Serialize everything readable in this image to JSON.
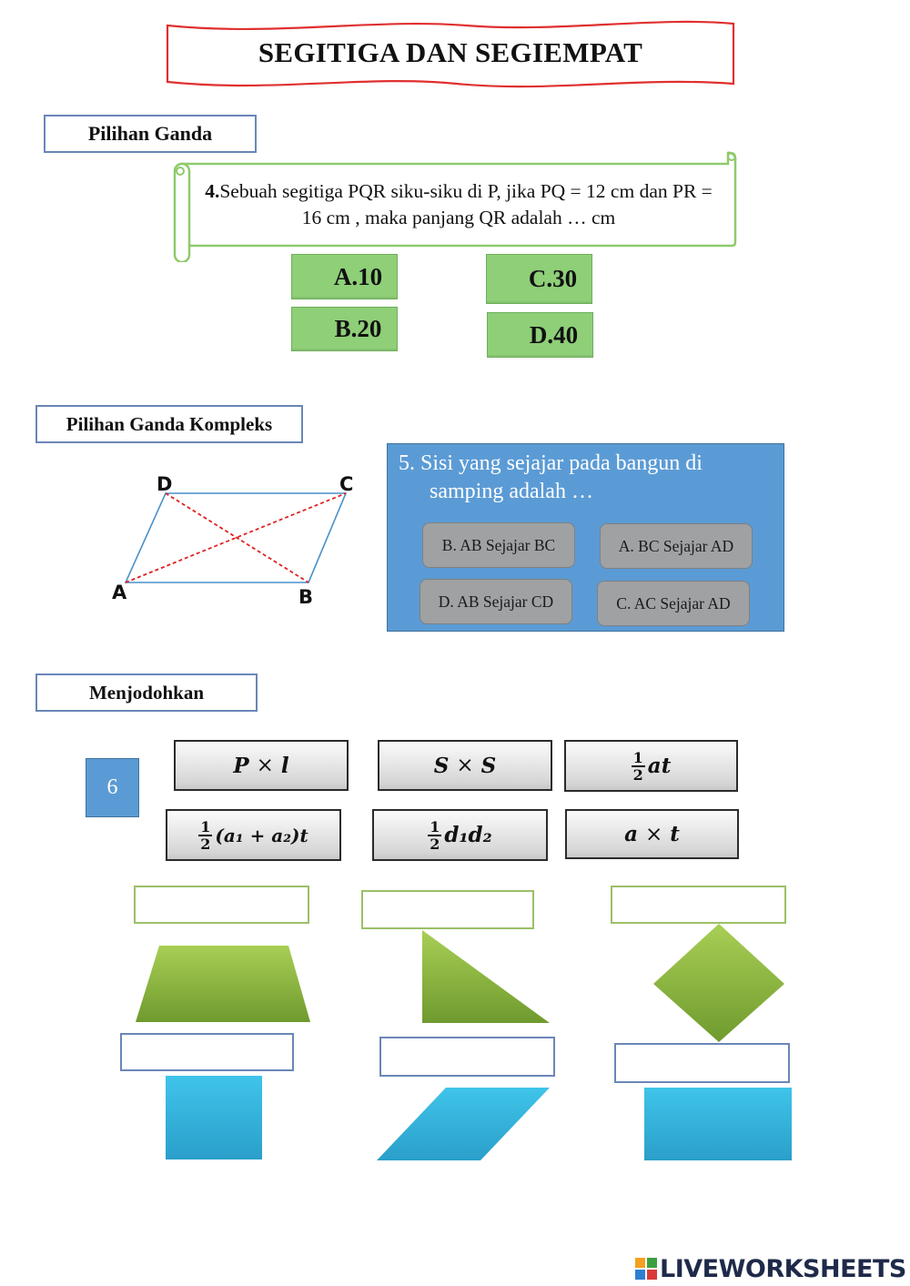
{
  "title": "SEGITIGA DAN SEGIEMPAT",
  "sections": {
    "multiple_choice": "Pilihan Ganda",
    "complex_choice": "Pilihan Ganda Kompleks",
    "matching": "Menjodohkan"
  },
  "q4": {
    "number": "4.",
    "text": "Sebuah segitiga PQR siku-siku di P, jika PQ = 12 cm dan PR = 16 cm , maka panjang QR adalah … cm",
    "options": [
      "A.10",
      "C.30",
      "B.20",
      "D.40"
    ]
  },
  "diagram": {
    "labels": [
      "D",
      "C",
      "A",
      "B"
    ]
  },
  "q5": {
    "text": "5.  Sisi yang sejajar  pada bangun di samping adalah …",
    "options": [
      "B. AB Sejajar BC",
      "A. BC Sejajar AD",
      "D. AB Sejajar CD",
      "C. AC Sejajar AD"
    ]
  },
  "q6": {
    "number": "6",
    "cards": {
      "pl_left": "P",
      "pl_op": "×",
      "pl_right": "l",
      "ss_left": "S",
      "ss_op": "×",
      "ss_right": "S",
      "half_num": "1",
      "half_den": "2",
      "half_at": "at",
      "trap_expr": "(a₁ + a₂)t",
      "kite_expr": "d₁d₂",
      "at_left": "a",
      "at_op": "×",
      "at_right": "t"
    }
  },
  "logo": {
    "text": "LIVEWORKSHEETS"
  },
  "colors": {
    "green_option": "#8ecf78",
    "blue_box": "#5b9bd5",
    "green_shape": "#8ab440",
    "blue_shape": "#31b4dd",
    "banner_red": "#e03030"
  }
}
